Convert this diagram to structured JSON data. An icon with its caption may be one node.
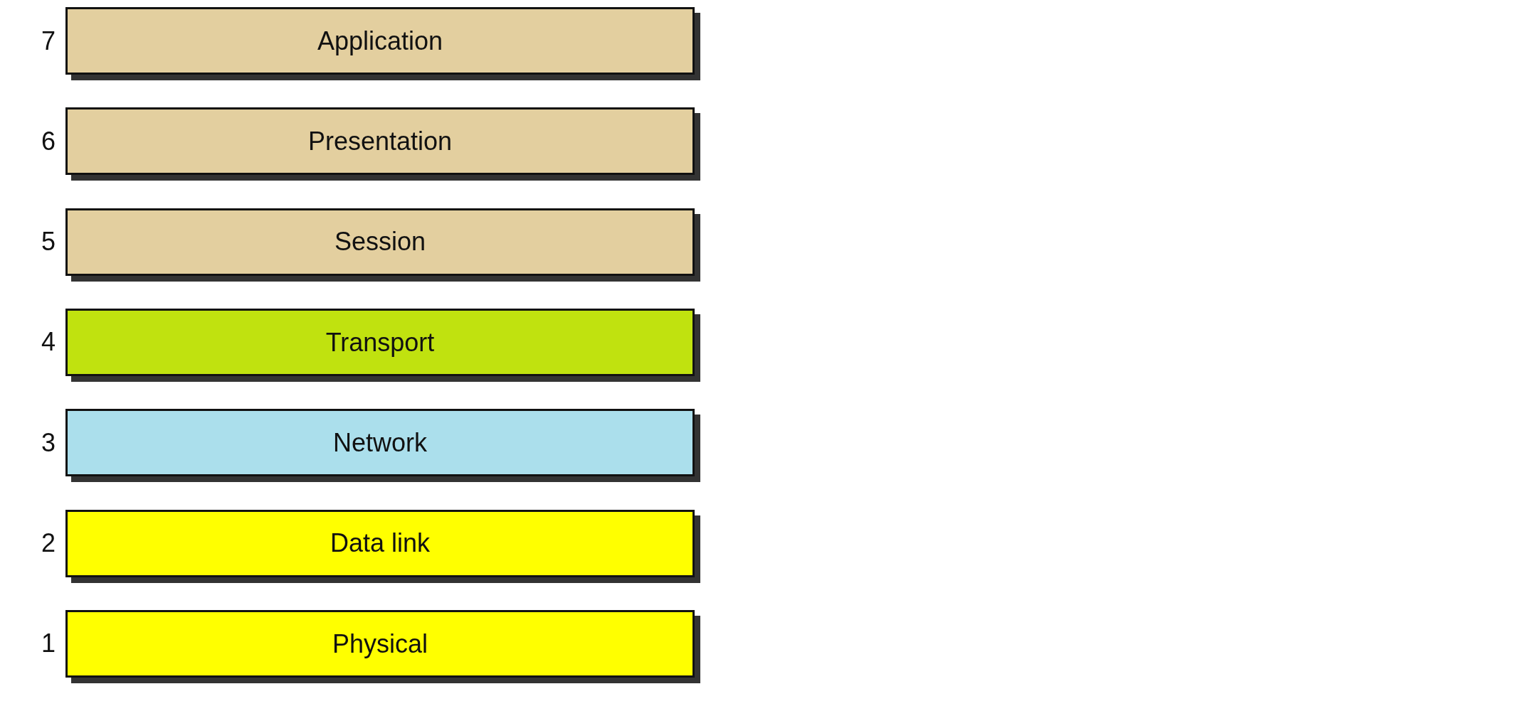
{
  "diagram": {
    "nodes": [
      {
        "text": [
          "Application"
        ],
        "beside": [
          "7"
        ]
      },
      {
        "text": [
          "Presentation"
        ],
        "beside": [
          "6"
        ]
      },
      {
        "text": [
          "Session"
        ],
        "beside": [
          "5"
        ]
      },
      {
        "text": [
          "Transport"
        ],
        "beside": [
          "4"
        ]
      },
      {
        "text": [
          "Network"
        ],
        "beside": [
          "3"
        ]
      },
      {
        "text": [
          "Data link"
        ],
        "beside": [
          "2"
        ]
      },
      {
        "text": [
          "Physical"
        ],
        "beside": [
          "1"
        ]
      }
    ]
  }
}
